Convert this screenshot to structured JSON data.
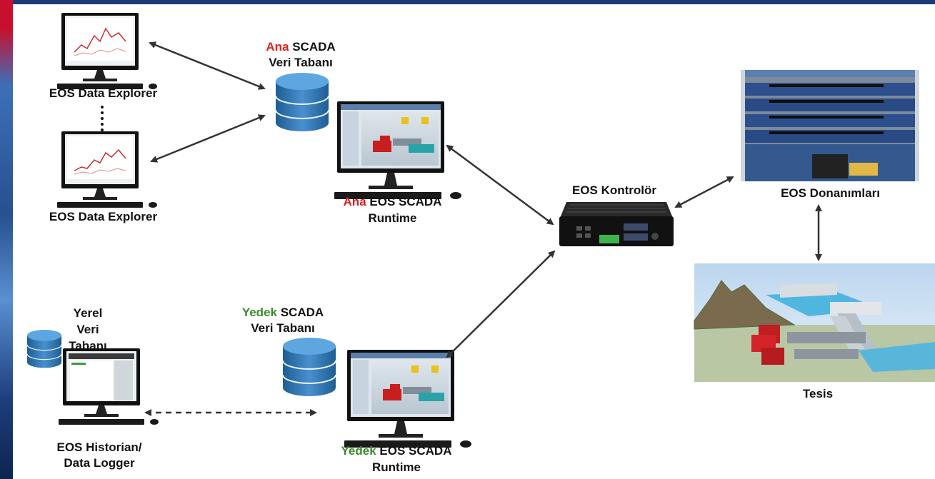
{
  "colors": {
    "primary_accent": "#e11d1d",
    "backup_accent": "#3b8a2e",
    "text": "#111111",
    "arrow": "#333333"
  },
  "labels": {
    "explorer_1": "EOS Data Explorer",
    "explorer_2": "EOS Data Explorer",
    "main_db_prefix": "Ana",
    "main_db_line1": "SCADA",
    "main_db_line2": "Veri Tabanı",
    "main_runtime_prefix": "Ana",
    "main_runtime_line1": "EOS SCADA",
    "main_runtime_line2": "Runtime",
    "controller": "EOS Kontrolör",
    "hardware": "EOS Donanımları",
    "plant": "Tesis",
    "local_db_1": "Yerel",
    "local_db_2": "Veri",
    "local_db_3": "Tabanı",
    "historian_1": "EOS Historian/",
    "historian_2": "Data Logger",
    "backup_db_prefix": "Yedek",
    "backup_db_line1": "SCADA",
    "backup_db_line2": "Veri Tabanı",
    "backup_runtime_prefix": "Yedek",
    "backup_runtime_line1": "EOS SCADA",
    "backup_runtime_line2": "Runtime"
  },
  "icons": [
    "monitor-icon",
    "database-icon",
    "controller-box-icon",
    "hardware-photo",
    "plant-3d-image",
    "arrow-icon"
  ]
}
